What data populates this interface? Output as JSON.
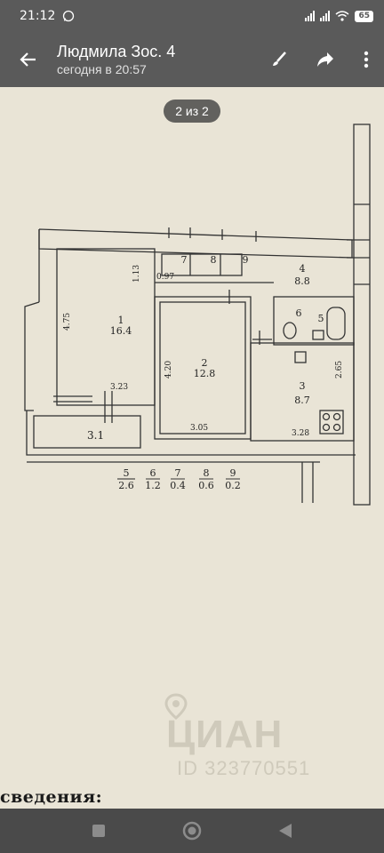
{
  "status": {
    "time": "21:12",
    "battery": "65"
  },
  "appbar": {
    "title": "Людмила Зос. 4",
    "subtitle": "сегодня в 20:57"
  },
  "pager": "2 из 2",
  "floorplan": {
    "rooms": [
      {
        "num": "1",
        "area": "16.4"
      },
      {
        "num": "2",
        "area": "12.8"
      },
      {
        "num": "3",
        "area": "8.7"
      },
      {
        "num": "4",
        "area": "8.8"
      },
      {
        "num": "5",
        "area": ""
      },
      {
        "num": "6",
        "area": ""
      },
      {
        "num": "7",
        "area": ""
      },
      {
        "num": "8",
        "area": ""
      },
      {
        "num": "9",
        "area": ""
      }
    ],
    "balcony": "3.1",
    "dims": {
      "d475": "4.75",
      "d113": "1.13",
      "d097": "0.97",
      "d323": "3.23",
      "d420": "4.20",
      "d305": "3.05",
      "d328": "3.28",
      "d265": "2.65"
    },
    "legend": [
      {
        "num": "5",
        "area": "2.6"
      },
      {
        "num": "6",
        "area": "1.2"
      },
      {
        "num": "7",
        "area": "0.4"
      },
      {
        "num": "8",
        "area": "0.6"
      },
      {
        "num": "9",
        "area": "0.2"
      }
    ]
  },
  "watermark": {
    "brand": "ЦИАН",
    "id": "ID 323770551"
  },
  "caption": "сведения:",
  "colors": {
    "topbar": "#5a5a5a",
    "paper": "#e9e4d6",
    "navbar": "#4a4a4a"
  }
}
